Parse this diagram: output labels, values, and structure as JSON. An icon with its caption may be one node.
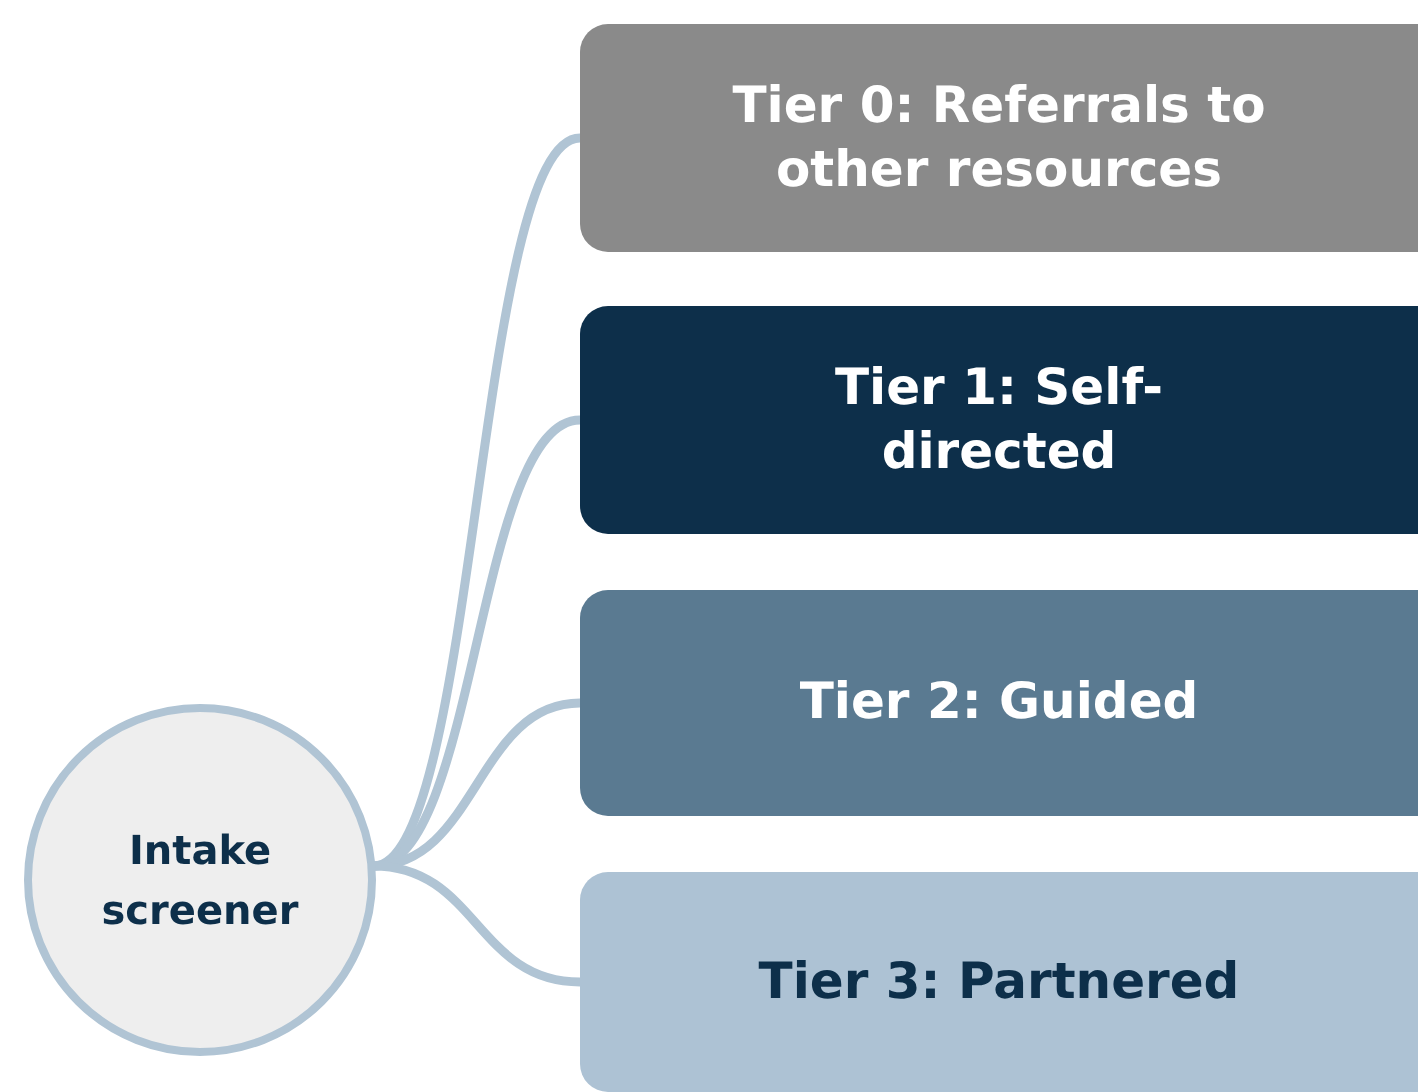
{
  "diagram": {
    "nodes": [
      {
        "text": [
          "Intake screener"
        ]
      },
      {
        "text": [
          "Tier 0: Referrals to other resources"
        ]
      },
      {
        "text": [
          "Tier 1: Self-directed"
        ]
      },
      {
        "text": [
          "Tier 2: Guided"
        ]
      },
      {
        "text": [
          "Tier 3: Partnered"
        ]
      }
    ],
    "edges": [
      {
        "from": 0,
        "to": 1,
        "arrow": "none"
      },
      {
        "from": 0,
        "to": 2,
        "arrow": "none"
      },
      {
        "from": 0,
        "to": 3,
        "arrow": "none"
      },
      {
        "from": 0,
        "to": 4,
        "arrow": "none"
      }
    ]
  }
}
